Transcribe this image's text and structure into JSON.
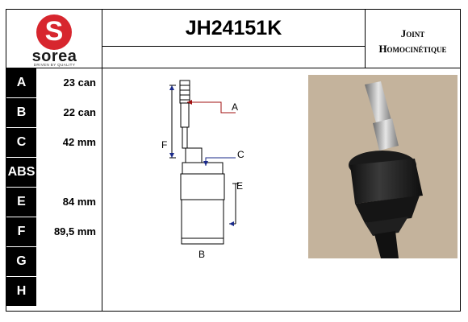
{
  "brand": {
    "name": "sorea",
    "mark": "S",
    "tagline": "DRIVEN BY QUALITY",
    "color": "#d7262e"
  },
  "part": {
    "reference": "JH24151K",
    "type_line1": "Joint",
    "type_line2": "Homocinétique"
  },
  "specs": [
    {
      "key": "A",
      "value": "23 can"
    },
    {
      "key": "B",
      "value": "22 can"
    },
    {
      "key": "C",
      "value": "42 mm"
    },
    {
      "key": "ABS",
      "value": ""
    },
    {
      "key": "E",
      "value": "84 mm"
    },
    {
      "key": "F",
      "value": "89,5 mm"
    },
    {
      "key": "G",
      "value": ""
    },
    {
      "key": "H",
      "value": ""
    }
  ],
  "diagram_labels": {
    "a": "A",
    "b": "B",
    "c": "C",
    "e": "E",
    "f": "F"
  }
}
